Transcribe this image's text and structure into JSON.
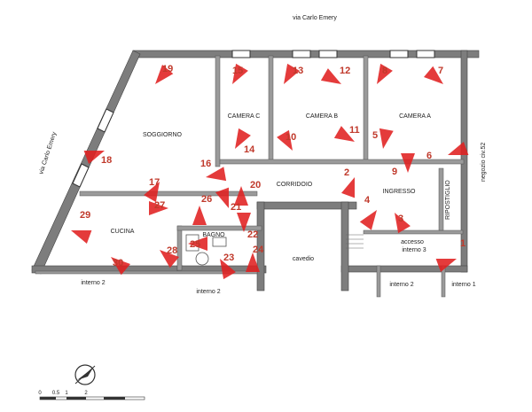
{
  "streets": {
    "top": "via Carlo Emery",
    "left": "via Carlo Emery",
    "right": "negozio civ.52"
  },
  "rooms": {
    "soggiorno": "SOGGIORNO",
    "camera_c": "CAMERA C",
    "camera_b": "CAMERA B",
    "camera_a": "CAMERA A",
    "corridoio": "CORRIDOIO",
    "ingresso": "INGRESSO",
    "ripostiglio": "RIPOSTIGLIO",
    "cucina": "CUCINA",
    "bagno": "BAGNO",
    "cavedio": "cavedio",
    "accesso_line1": "accesso",
    "accesso_line2": "interno 3"
  },
  "neighbors": {
    "interno_2_left": "interno 2",
    "interno_2_mid": "interno 2",
    "interno_2_right": "interno 2",
    "interno_1": "interno 1"
  },
  "viewpoints": [
    "1",
    "2",
    "3",
    "4",
    "5",
    "6",
    "7",
    "8",
    "9",
    "10",
    "11",
    "12",
    "13",
    "14",
    "15",
    "16",
    "17",
    "18",
    "19",
    "20",
    "21",
    "22",
    "23",
    "24",
    "25",
    "26",
    "27",
    "28",
    "29",
    "30"
  ],
  "scale": {
    "ticks": [
      "0",
      "0.5",
      "1",
      "2"
    ]
  },
  "colors": {
    "wall": "#555555",
    "wall_fill": "#7d7d7d",
    "marker": "#e02020",
    "label": "#c0392b"
  }
}
